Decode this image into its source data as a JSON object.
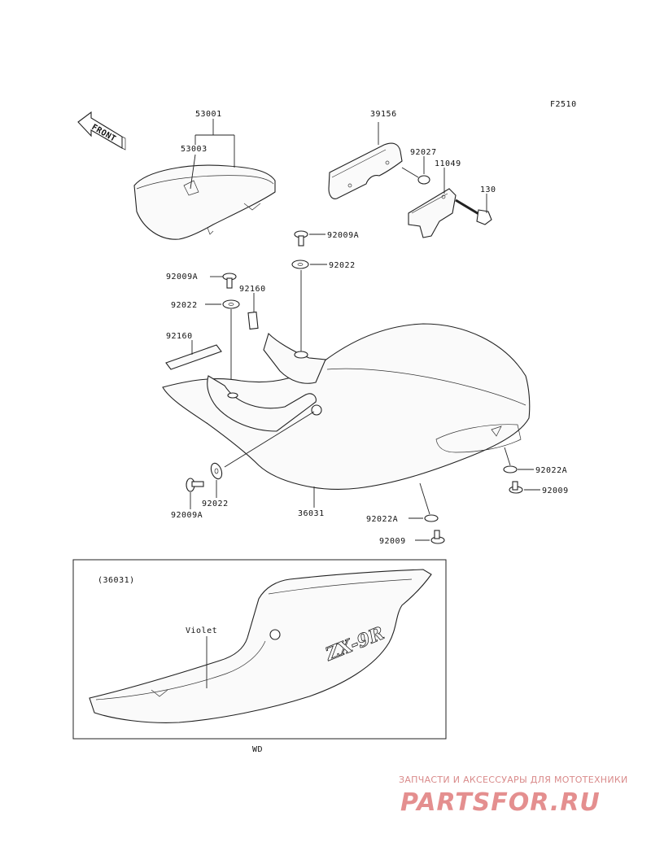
{
  "figure_code": "F2510",
  "front_label": "FRONT",
  "parts": {
    "p53001": "53001",
    "p53003": "53003",
    "p39156": "39156",
    "p92027": "92027",
    "p11049": "11049",
    "p130": "130",
    "p92009A_top": "92009A",
    "p92022_top": "92022",
    "p92009A_left": "92009A",
    "p92160_small": "92160",
    "p92022_left": "92022",
    "p92160_strip": "92160",
    "p92022A_right": "92022A",
    "p92009_right": "92009",
    "p92009A_bottom": "92009A",
    "p92022_bottom": "92022",
    "p36031": "36031",
    "p92022A_bottom": "92022A",
    "p92009_bottom": "92009"
  },
  "inset": {
    "ref": "(36031)",
    "note": "Violet",
    "logo": "ZX-9R"
  },
  "footer_code": "WD",
  "watermark": {
    "caption": "ЗАПЧАСТИ И АКСЕССУАРЫ ДЛЯ МОТОТЕХНИКИ",
    "logo": "PARTSFOR.RU"
  }
}
